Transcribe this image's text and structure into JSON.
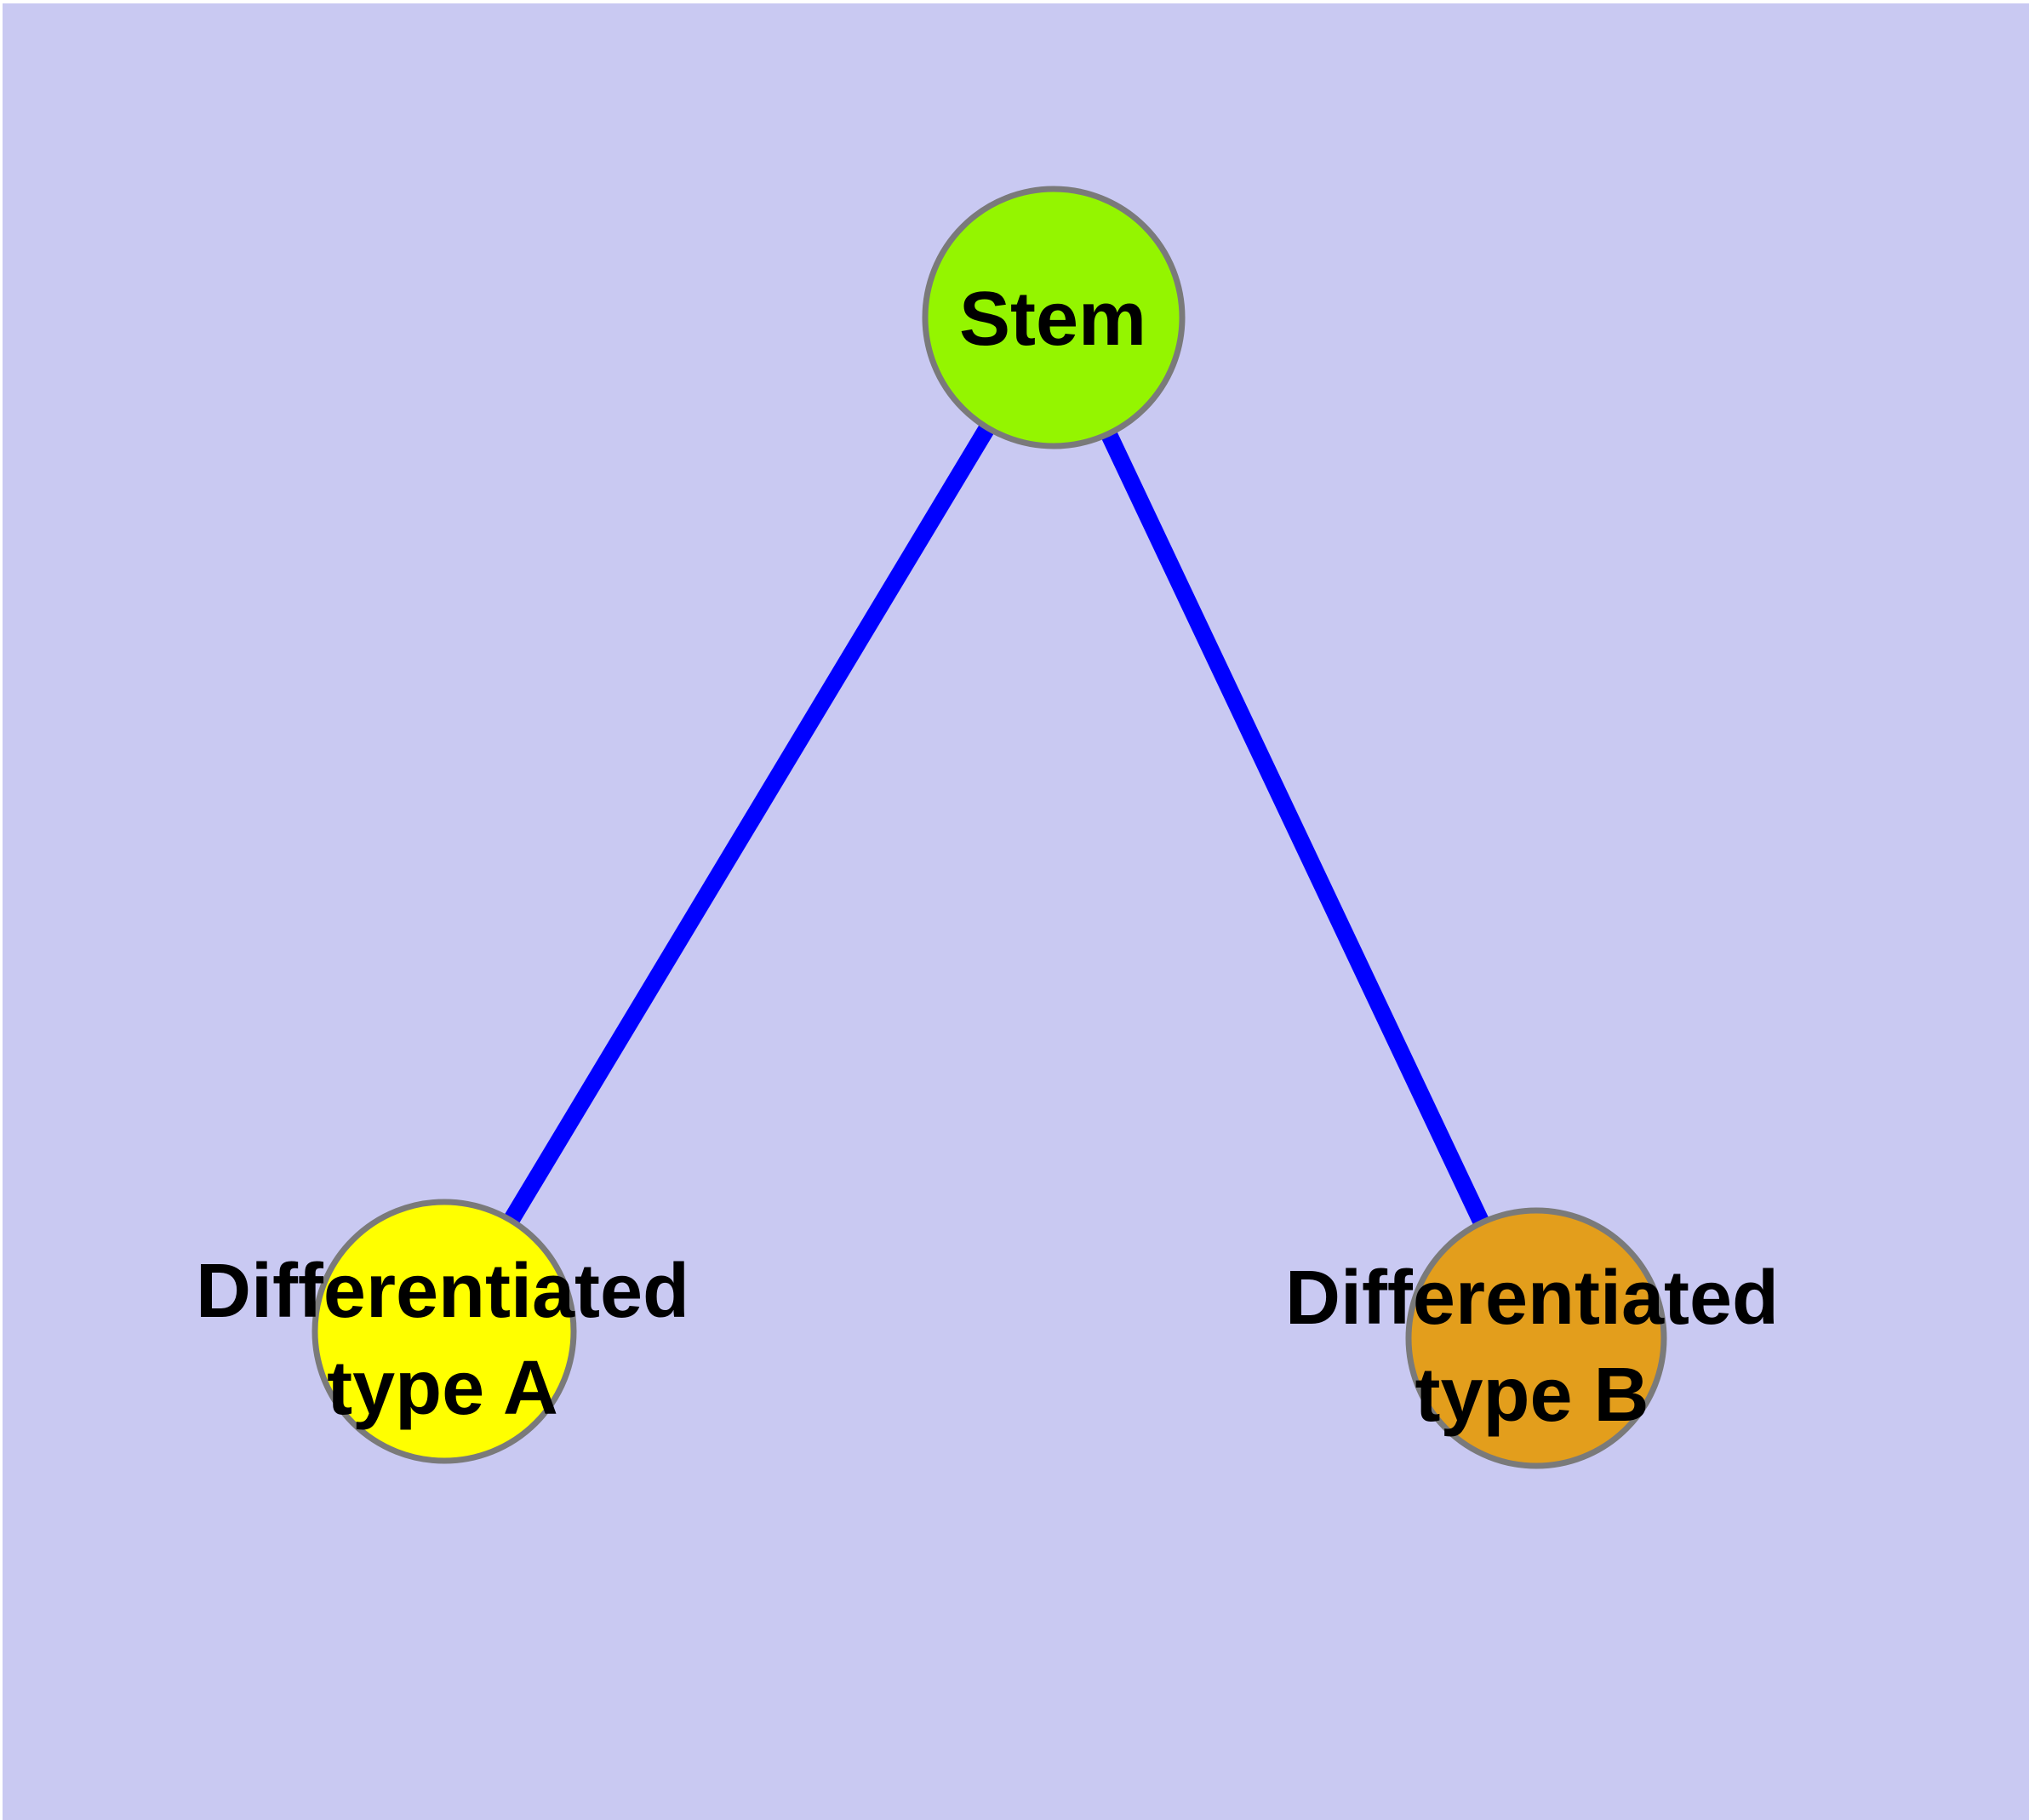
{
  "diagram": {
    "type": "node-link-graph",
    "background_color": "#C9C9F2",
    "margin_color": "#FFFFFF",
    "edge_color": "#0000FF",
    "node_border_color": "#7A7A7A",
    "label_color": "#000000",
    "nodes": [
      {
        "id": "stem",
        "label": "Stem",
        "fill": "#94F500"
      },
      {
        "id": "differentiated-type-a",
        "label_line1": "Differentiated",
        "label_line2": "type A",
        "fill": "#FFFF00"
      },
      {
        "id": "differentiated-type-b",
        "label_line1": "Differentiated",
        "label_line2": "type B",
        "fill": "#E39E1C"
      }
    ],
    "edges": [
      {
        "from": "Stem",
        "to": "Differentiated type A"
      },
      {
        "from": "Stem",
        "to": "Differentiated type B"
      }
    ]
  }
}
